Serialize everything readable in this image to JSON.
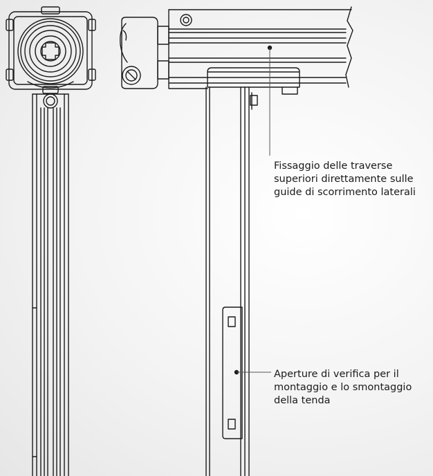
{
  "callouts": {
    "fixing": {
      "lines": [
        "Fissaggio delle traverse",
        "superiori direttamente sulle",
        "guide di scorrimento laterali"
      ]
    },
    "inspection": {
      "lines": [
        "Aperture di verifica per il",
        "montaggio e lo smontaggio",
        "della tenda"
      ]
    }
  }
}
